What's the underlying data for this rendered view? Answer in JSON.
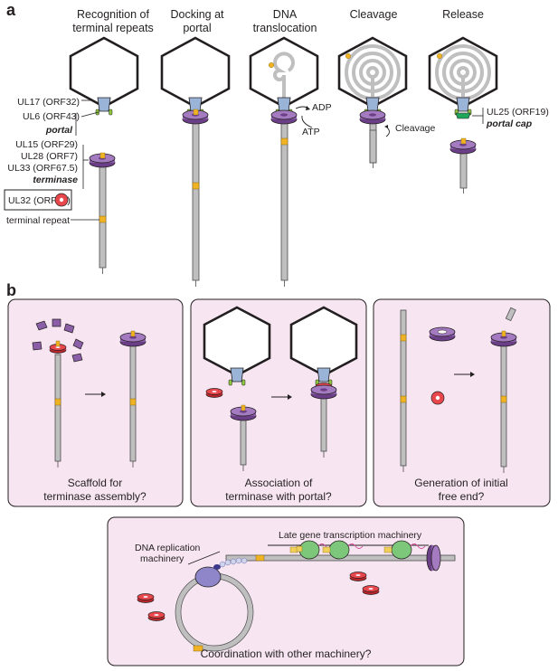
{
  "panels": {
    "a": "a",
    "b": "b"
  },
  "stages": [
    {
      "line1": "Recognition of",
      "line2": "terminal repeats"
    },
    {
      "line1": "Docking at",
      "line2": "portal"
    },
    {
      "line1": "DNA",
      "line2": "translocation"
    },
    {
      "line1": "Cleavage",
      "line2": ""
    },
    {
      "line1": "Release",
      "line2": ""
    }
  ],
  "labels": {
    "ul17": "UL17 (ORF32)",
    "ul6": "UL6 (ORF43)",
    "portal": "portal",
    "ul15": "UL15 (ORF29)",
    "ul28": "UL28 (ORF7)",
    "ul33": "UL33 (ORF67.5)",
    "terminase": "terminase",
    "ul32": "UL32 (ORF68)",
    "terminal_repeat": "terminal repeat",
    "adp": "ADP",
    "atp": "ATP",
    "cleavage": "Cleavage",
    "ul25": "UL25 (ORF19)",
    "portal_cap": "portal cap"
  },
  "questions": {
    "q1_line1": "Scaffold for",
    "q1_line2": "terminase assembly?",
    "q2_line1": "Association of",
    "q2_line2": "terminase with portal?",
    "q3_line1": "Generation of initial",
    "q3_line2": "free end?",
    "q4": "Coordination with other machinery?",
    "late_gene": "Late gene transcription machinery",
    "dna_rep_1": "DNA replication",
    "dna_rep_2": "machinery"
  },
  "colors": {
    "portal": "#9ab4d8",
    "ul17": "#8cc63f",
    "terminase": "#8b5fa8",
    "ul32": "#e8474c",
    "repeat": "#f0b323",
    "cap": "#1fa65a",
    "panel_bg": "#f7e6f2"
  }
}
